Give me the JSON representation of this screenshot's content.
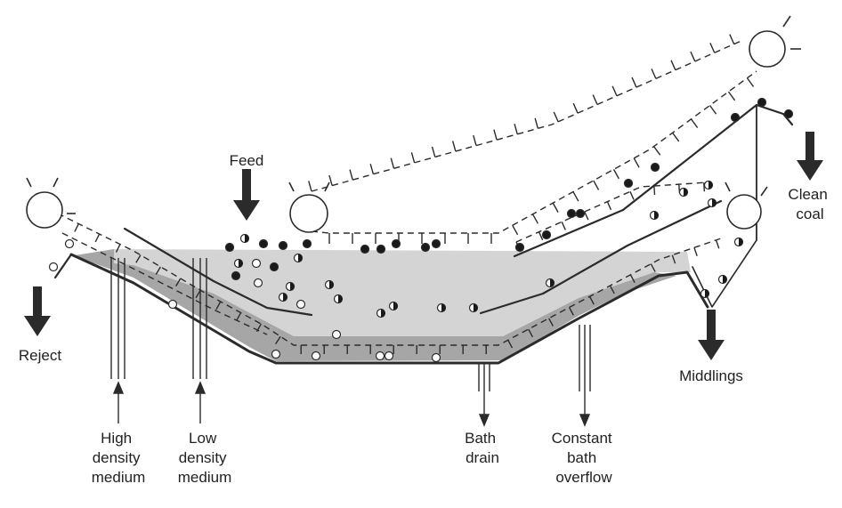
{
  "labels": {
    "feed": "Feed",
    "clean_coal": [
      "Clean",
      "coal"
    ],
    "reject": "Reject",
    "middlings": "Middlings",
    "high_density_medium": [
      "High",
      "density",
      "medium"
    ],
    "low_density_medium": [
      "Low",
      "density",
      "medium"
    ],
    "bath_drain": [
      "Bath",
      "drain"
    ],
    "constant_bath_overflow": [
      "Constant",
      "bath",
      "overflow"
    ]
  },
  "icons": [
    "feed-arrow-icon",
    "reject-arrow-icon",
    "middlings-arrow-icon",
    "clean-coal-arrow-icon",
    "drum-icon"
  ],
  "colors": {
    "light_medium": "#d4d4d4",
    "heavy_medium": "#a6a6a6",
    "lines": "#2b2b2b",
    "clean_coal_particle": "#1a1a1a",
    "reject_particle": "#ffffff"
  }
}
